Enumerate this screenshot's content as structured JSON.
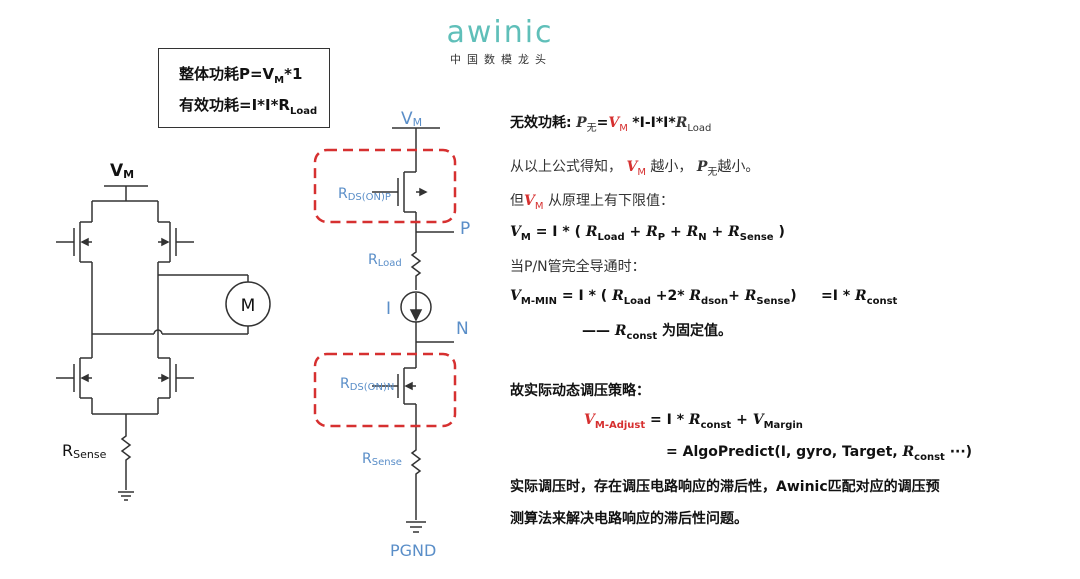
{
  "logo": {
    "brand": "awinic",
    "tagline": "中国数模龙头"
  },
  "power_box": {
    "total_prefix": "整体功耗P=V",
    "total_sub": "M",
    "total_suffix": "*1",
    "effective_prefix": "有效功耗=I*I*R",
    "effective_sub": "Load"
  },
  "left_circuit": {
    "vm_main": "V",
    "vm_sub": "M",
    "motor": "M",
    "rsense_main": "R",
    "rsense_sub": "Sense"
  },
  "mid_circuit": {
    "vm_main": "V",
    "vm_sub": "M",
    "rds_p_main": "R",
    "rds_p_sub": "DS(ON)P",
    "node_p": "P",
    "rload_main": "R",
    "rload_sub": "Load",
    "current": "I",
    "node_n": "N",
    "rds_n_main": "R",
    "rds_n_sub": "DS(ON)N",
    "rsense_main": "R",
    "rsense_sub": "Sense",
    "pgnd": "PGND"
  },
  "colors": {
    "accent_red": "#d63030",
    "label_blue": "#5a8ec8",
    "logo_teal": "#5fbfb9"
  },
  "text": {
    "l1_label": "无效功耗:",
    "l1_p": "P",
    "l1_p_sub": "无",
    "l1_eq": "=",
    "l1_vm": "V",
    "l1_vm_sub": "M",
    "l1_rest": "*I-I*I*",
    "l1_r": "R",
    "l1_r_sub": "Load",
    "l2_a": "从以上公式得知，",
    "l2_vm": "V",
    "l2_vm_sub": "M",
    "l2_b": "越小，",
    "l2_p": "P",
    "l2_p_sub": "无",
    "l2_c": "越小。",
    "l3_a": "但",
    "l3_vm": "V",
    "l3_vm_sub": "M",
    "l3_b": "从原理上有下限值：",
    "l4_vm": "V",
    "l4_vm_sub": "M",
    "l4_a": "= I * (",
    "l4_r1": "R",
    "l4_r1_sub": "Load",
    "l4_p1": "+",
    "l4_r2": "R",
    "l4_r2_sub": "P",
    "l4_p2": "+",
    "l4_r3": "R",
    "l4_r3_sub": "N",
    "l4_p3": "+",
    "l4_r4": "R",
    "l4_r4_sub": "Sense",
    "l4_b": ")",
    "l5": "当P/N管完全导通时：",
    "l6_vm": "V",
    "l6_vm_sub": "M-MIN",
    "l6_a": "= I * (",
    "l6_r1": "R",
    "l6_r1_sub": "Load",
    "l6_b": "+2*",
    "l6_r2": "R",
    "l6_r2_sub": "dson",
    "l6_c": "+",
    "l6_r3": "R",
    "l6_r3_sub": "Sense",
    "l6_d": ")",
    "l6_e": "=I *",
    "l6_r4": "R",
    "l6_r4_sub": "const",
    "l7_dash": "——",
    "l7_r": "R",
    "l7_r_sub": "const",
    "l7_a": "为固定值。",
    "l8": "故实际动态调压策略：",
    "l9_vm": "V",
    "l9_vm_sub": "M-Adjust",
    "l9_a": "= I *",
    "l9_r": "R",
    "l9_r_sub": "const",
    "l9_b": "+",
    "l9_v": "V",
    "l9_v_sub": "Margin",
    "l10_a": "= AlgoPredict(I, gyro, Target,",
    "l10_r": "R",
    "l10_r_sub": "const",
    "l10_b": "···)",
    "l11": "实际调压时，存在调压电路响应的滞后性，Awinic匹配对应的调压预",
    "l12": "测算法来解决电路响应的滞后性问题。"
  }
}
